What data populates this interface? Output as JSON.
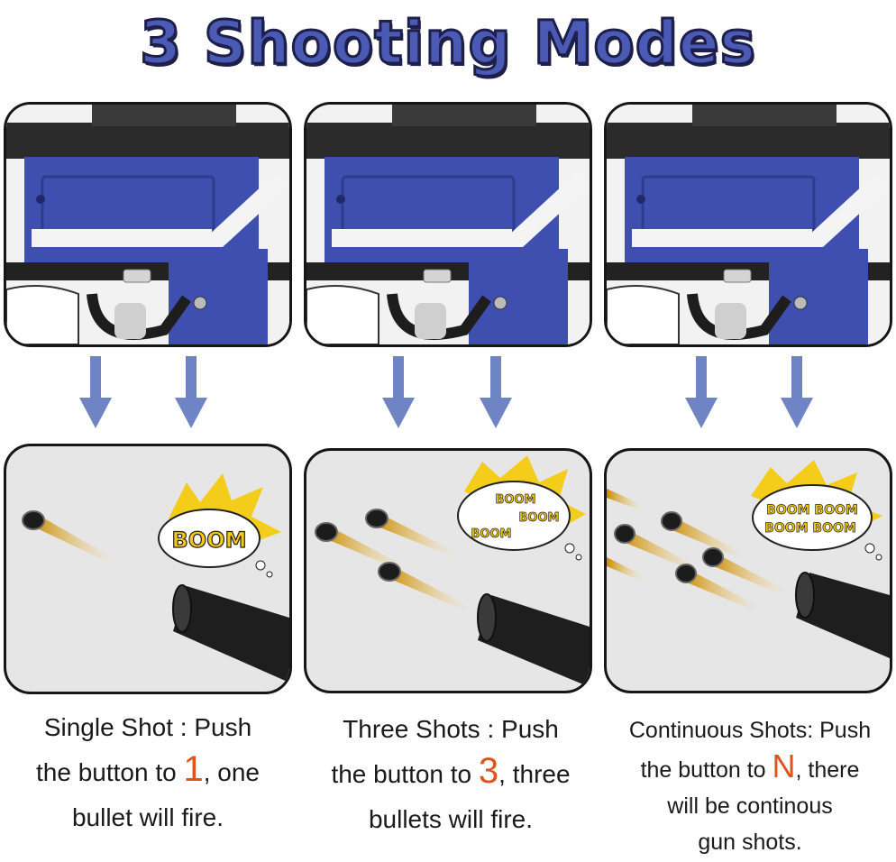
{
  "title": "3 Shooting Modes",
  "colors": {
    "title_fill": "#4b5bb5",
    "title_outline": "#1e1f4a",
    "gun_blue": "#3f4fb0",
    "arrow": "#6f84c5",
    "number_accent": "#e0521e",
    "panel_bg": "#e6e6e6"
  },
  "modes": [
    {
      "name": "Single Shot",
      "line1": "Single Shot : Push",
      "line2_pre": "the button to ",
      "number": "1",
      "line2_post": ", one",
      "line3": "bullet will fire.",
      "line4": "",
      "boom_words": [
        "BOOM"
      ],
      "bullet_count": 1
    },
    {
      "name": "Three Shots",
      "line1": "Three Shots : Push",
      "line2_pre": "the button to ",
      "number": "3",
      "line2_post": ", three",
      "line3": "bullets will fire.",
      "line4": "",
      "boom_words": [
        "BOOM",
        "BOOM",
        "BOOM"
      ],
      "bullet_count": 3
    },
    {
      "name": "Continuous Shots",
      "line1": "Continuous Shots: Push",
      "line2_pre": "the button to ",
      "number": "N",
      "line2_post": ", there",
      "line3": "will be continous",
      "line4": "gun shots.",
      "boom_words": [
        "BOOM BOOM",
        "BOOM BOOM"
      ],
      "bullet_count": 6
    }
  ]
}
